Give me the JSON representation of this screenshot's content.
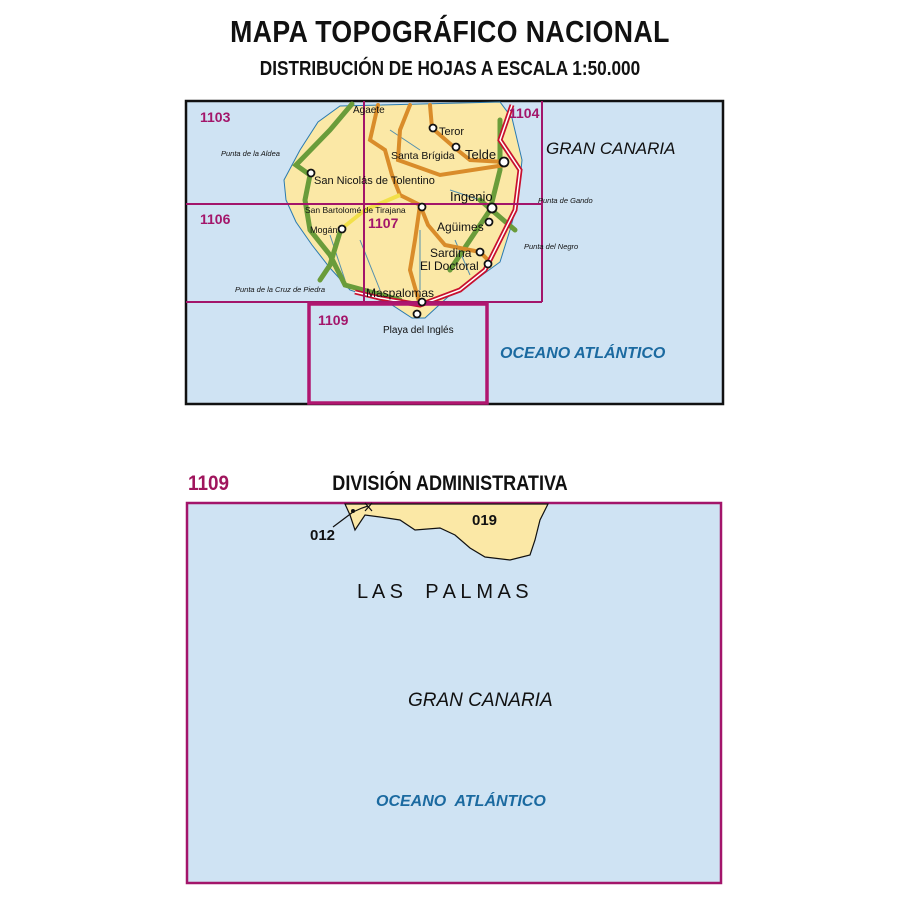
{
  "header": {
    "title": "MAPA TOPOGRÁFICO NACIONAL",
    "subtitle": "DISTRIBUCIÓN DE HOJAS A ESCALA 1:50.000"
  },
  "colors": {
    "sea": "#cfe3f3",
    "land": "#fbe8a6",
    "sheet_grid": "#a3156a",
    "highlight_sheet": "#b0166f",
    "green_road": "#6a9c3a",
    "orange_road": "#d98c2a",
    "highway": "#c8102e",
    "ocean_label": "#1b6aa0"
  },
  "overview_map": {
    "sheets": [
      {
        "id": "1103",
        "label": "1103"
      },
      {
        "id": "1104",
        "label": "1104"
      },
      {
        "id": "1106",
        "label": "1106"
      },
      {
        "id": "1107",
        "label": "1107"
      },
      {
        "id": "1109",
        "label": "1109",
        "highlighted": true
      }
    ],
    "island_label": "GRAN CANARIA",
    "ocean_label": "OCEANO  ATLÁNTICO",
    "places": {
      "agaete": "Agaete",
      "teror": "Teror",
      "santa_brigida": "Santa Brígida",
      "telde": "Telde",
      "san_nicolas": "San Nicolás  de Tolentino",
      "ingenio": "Ingenio",
      "san_bartolome": "San Bartolomé de Tirajana",
      "aguimes": "Agüimes",
      "mogan": "Mogán",
      "sardina": "Sardina",
      "el_doctoral": "El Doctoral",
      "maspalomas": "Maspalomas",
      "playa_ingles": "Playa del Inglés"
    },
    "capes": {
      "punta_aldea": "Punta de la Aldea",
      "punta_gando": "Punta de Gando",
      "punta_negro": "Punta del Negro",
      "punta_cruz": "Punta de la Cruz de Piedra"
    }
  },
  "detail_map": {
    "sheet_label": "1109",
    "section_title": "DIVISIÓN ADMINISTRATIVA",
    "municipality_codes": [
      "012",
      "019"
    ],
    "province_label": "L A S    P A L M A S",
    "island_label": "GRAN CANARIA",
    "ocean_label": "OCEANO  ATLÁNTICO"
  }
}
